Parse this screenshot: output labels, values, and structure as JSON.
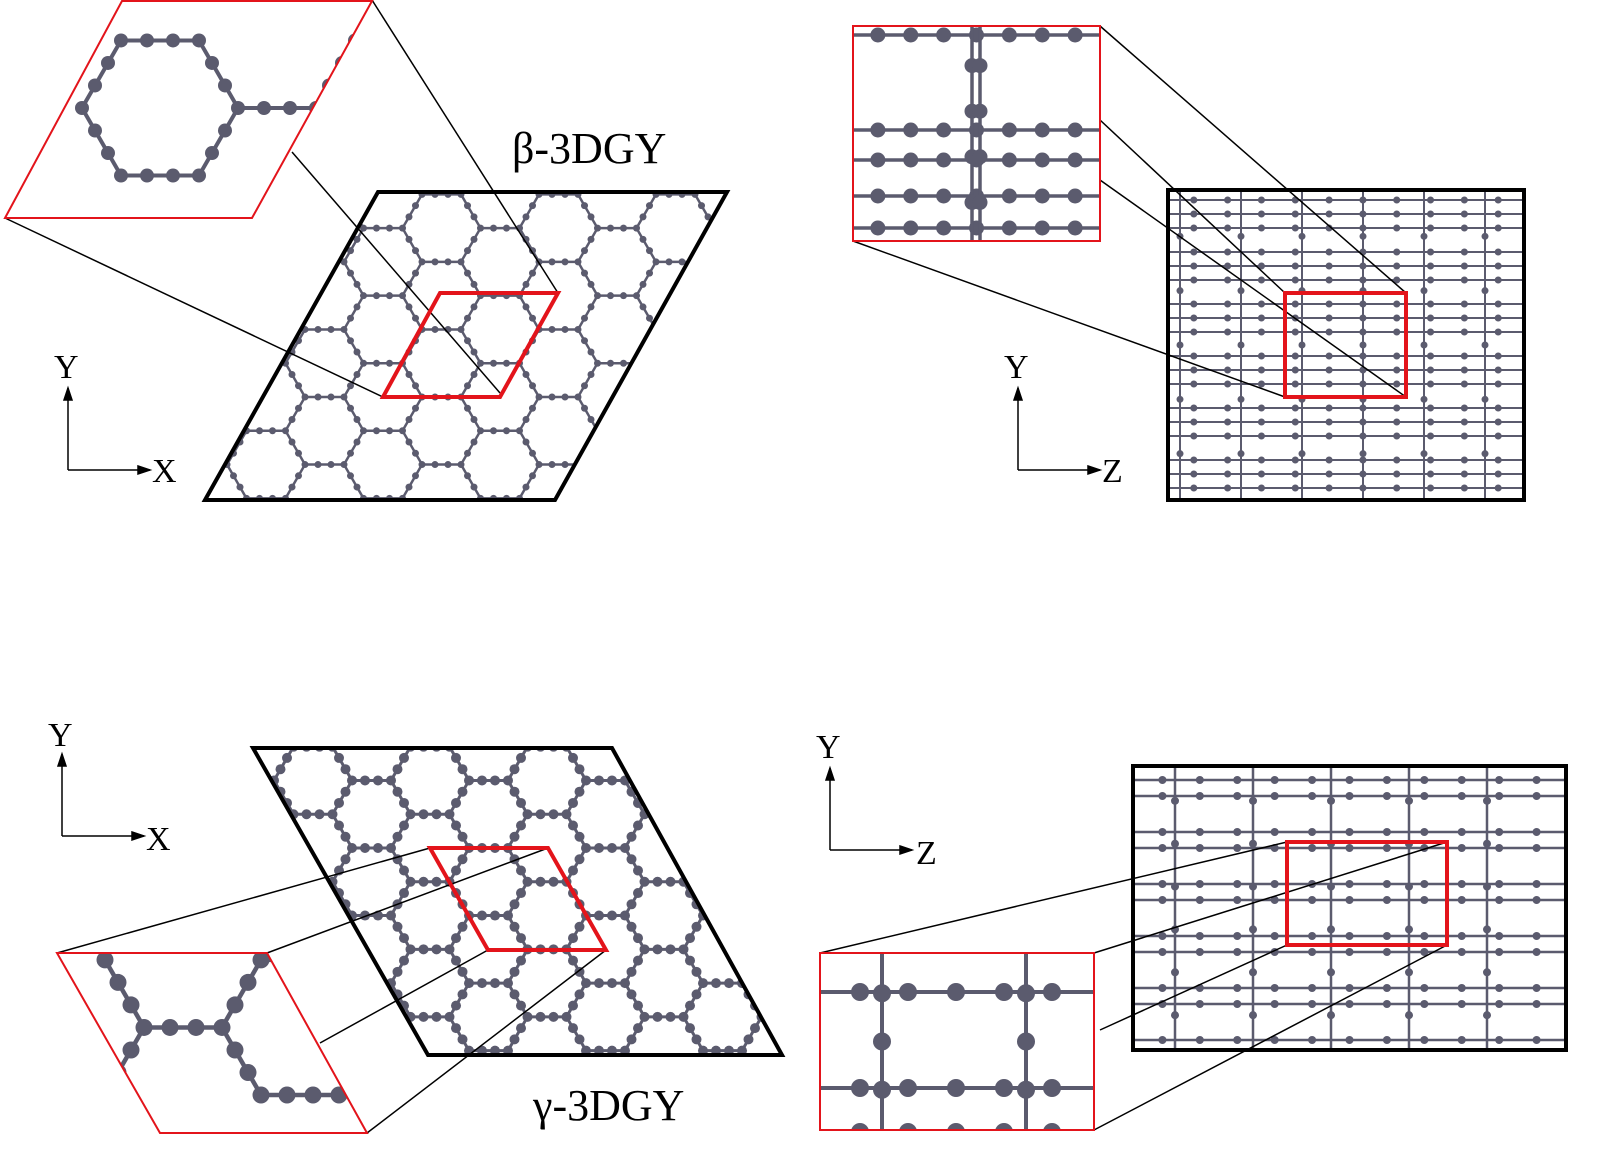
{
  "panels": {
    "beta_xy": {
      "title": "β-3DGY",
      "axis_v": "Y",
      "axis_h": "X"
    },
    "beta_zy": {
      "axis_v": "Y",
      "axis_h": "Z"
    },
    "gamma_xy": {
      "title": "γ-3DGY",
      "axis_v": "Y",
      "axis_h": "X"
    },
    "gamma_zy": {
      "axis_v": "Y",
      "axis_h": "Z"
    }
  },
  "colors": {
    "atom": "#5b5b6e",
    "bond": "#5b5b6e",
    "highlight": "#e3141b",
    "frame": "#000000"
  }
}
